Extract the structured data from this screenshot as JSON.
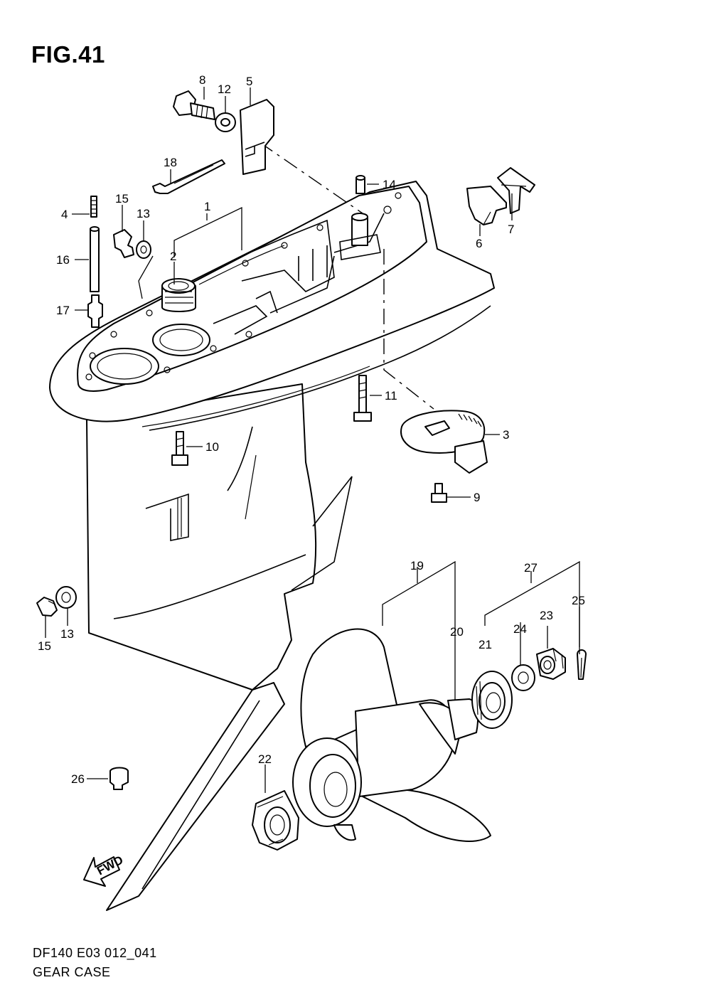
{
  "figure": {
    "title": "FIG.41",
    "code": "DF140 E03 012_041",
    "caption": "GEAR CASE",
    "direction_label": "FWD"
  },
  "callouts": [
    {
      "id": "c8",
      "label": "8"
    },
    {
      "id": "c12",
      "label": "12"
    },
    {
      "id": "c5",
      "label": "5"
    },
    {
      "id": "c18",
      "label": "18"
    },
    {
      "id": "c14",
      "label": "14"
    },
    {
      "id": "c1",
      "label": "1"
    },
    {
      "id": "c15a",
      "label": "15"
    },
    {
      "id": "c13a",
      "label": "13"
    },
    {
      "id": "c4",
      "label": "4"
    },
    {
      "id": "c2",
      "label": "2"
    },
    {
      "id": "c16",
      "label": "16"
    },
    {
      "id": "c17",
      "label": "17"
    },
    {
      "id": "c6",
      "label": "6"
    },
    {
      "id": "c7",
      "label": "7"
    },
    {
      "id": "c11",
      "label": "11"
    },
    {
      "id": "c3",
      "label": "3"
    },
    {
      "id": "c10",
      "label": "10"
    },
    {
      "id": "c9",
      "label": "9"
    },
    {
      "id": "c19",
      "label": "19"
    },
    {
      "id": "c27",
      "label": "27"
    },
    {
      "id": "c25",
      "label": "25"
    },
    {
      "id": "c20",
      "label": "20"
    },
    {
      "id": "c23",
      "label": "23"
    },
    {
      "id": "c24",
      "label": "24"
    },
    {
      "id": "c21",
      "label": "21"
    },
    {
      "id": "c15b",
      "label": "15"
    },
    {
      "id": "c13b",
      "label": "13"
    },
    {
      "id": "c22",
      "label": "22"
    },
    {
      "id": "c26",
      "label": "26"
    }
  ]
}
